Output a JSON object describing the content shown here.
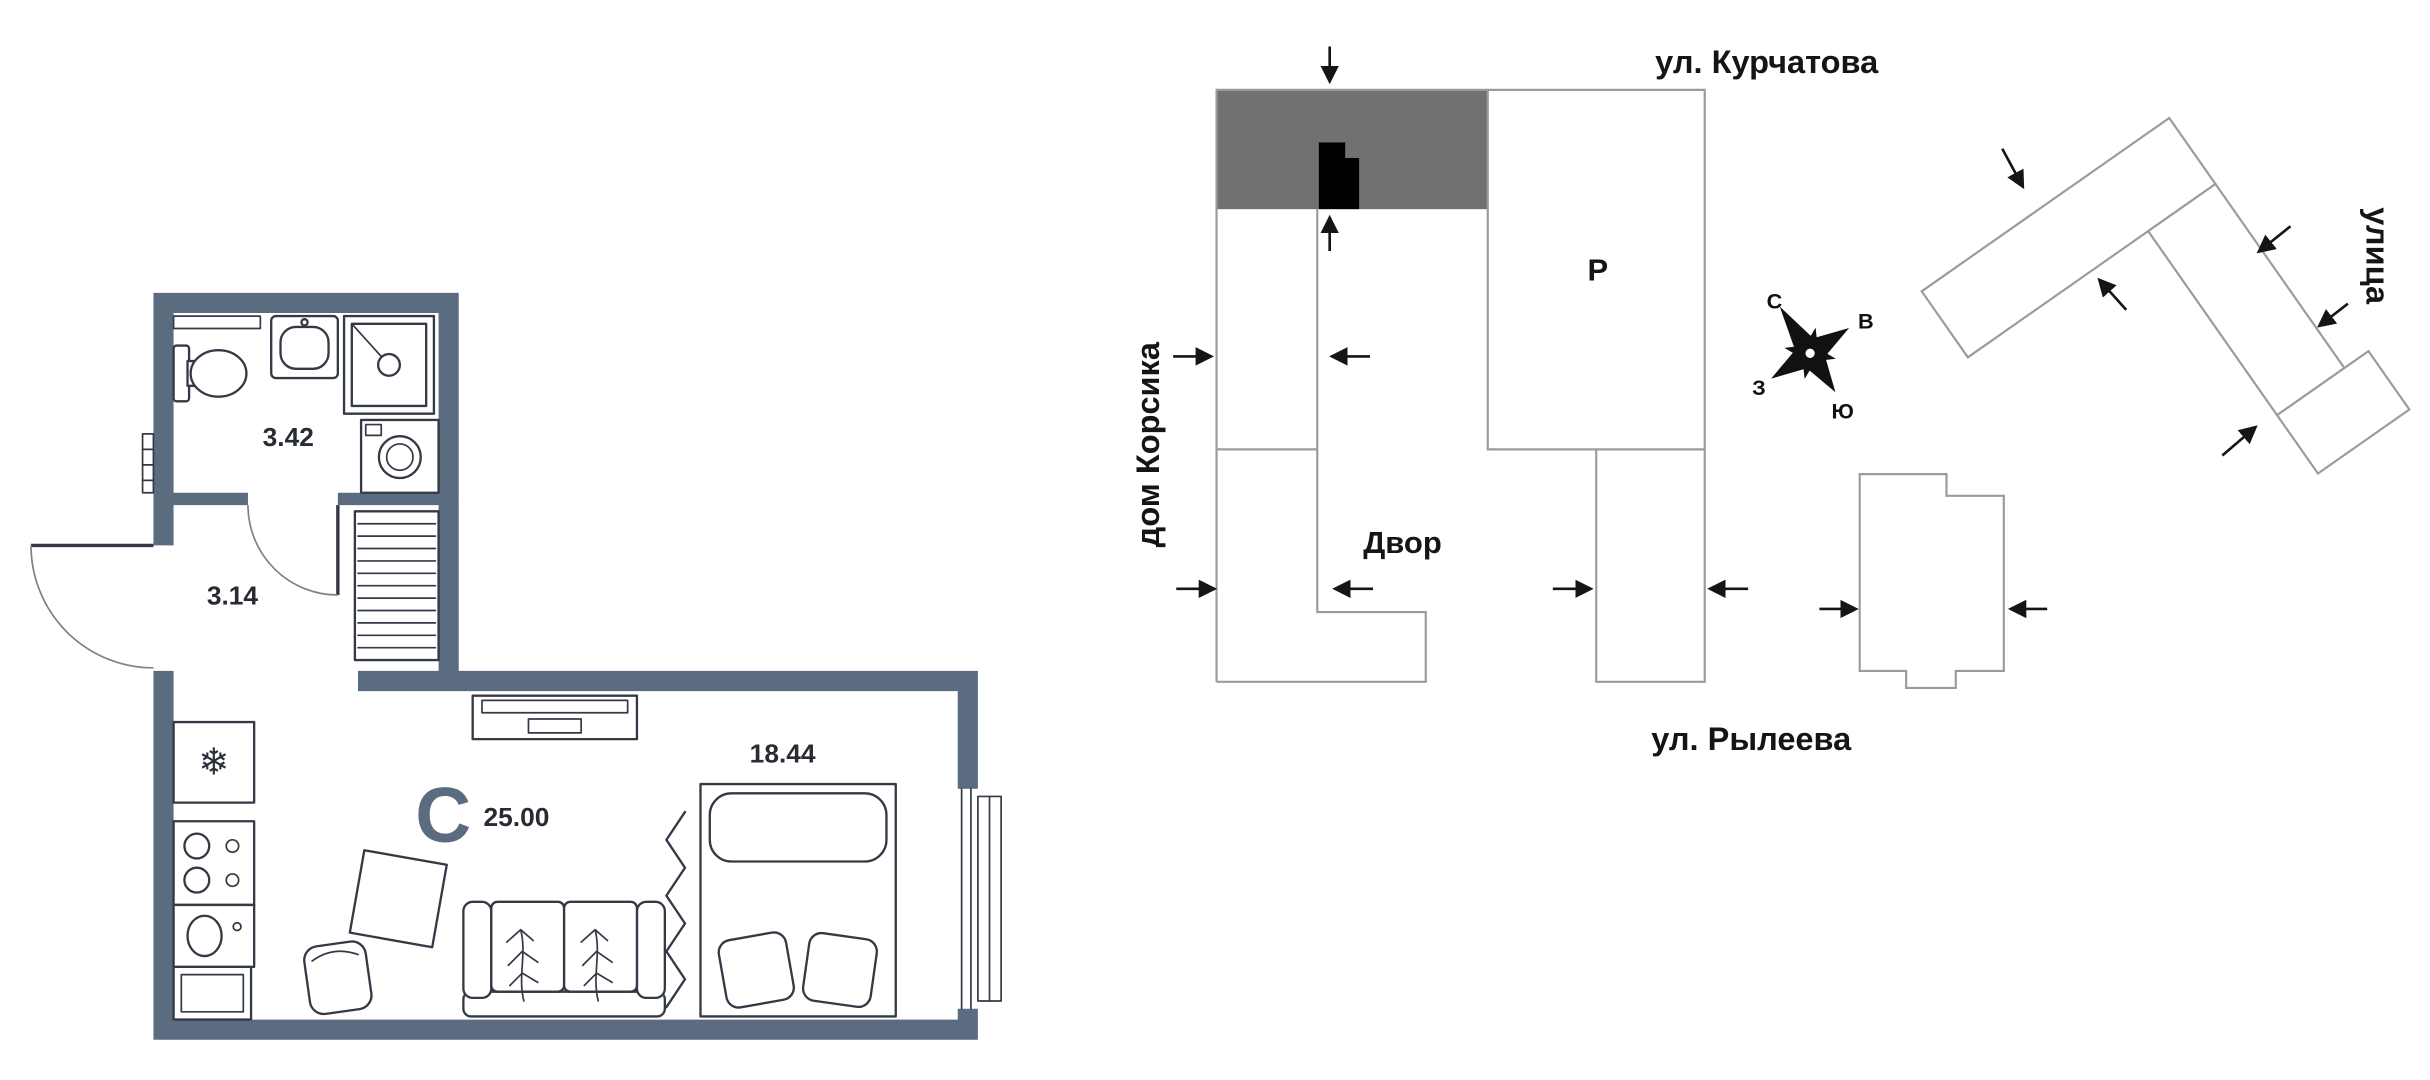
{
  "page": {
    "background": "#ffffff"
  },
  "colors": {
    "wall": "#5c6c80",
    "furniture_line": "#343a45",
    "label_text": "#272b33",
    "site_text": "#151515",
    "building_outline": "#9b9b9b",
    "building_fill": "#717171",
    "apartment_marker": "#000000"
  },
  "floorplan": {
    "type_letter": "С",
    "total_area": "25.00",
    "rooms": {
      "bathroom": "3.42",
      "hallway": "3.14",
      "living": "18.44"
    },
    "icons": {
      "snowflake": "❄"
    }
  },
  "siteplan": {
    "street_top": "ул. Курчатова",
    "street_bottom": "ул. Рылеева",
    "label_left": "дом Корсика",
    "label_right": "улица",
    "courtyard": "Двор",
    "parking": "Р",
    "compass": {
      "n": "С",
      "e": "В",
      "s": "Ю",
      "w": "З"
    }
  }
}
